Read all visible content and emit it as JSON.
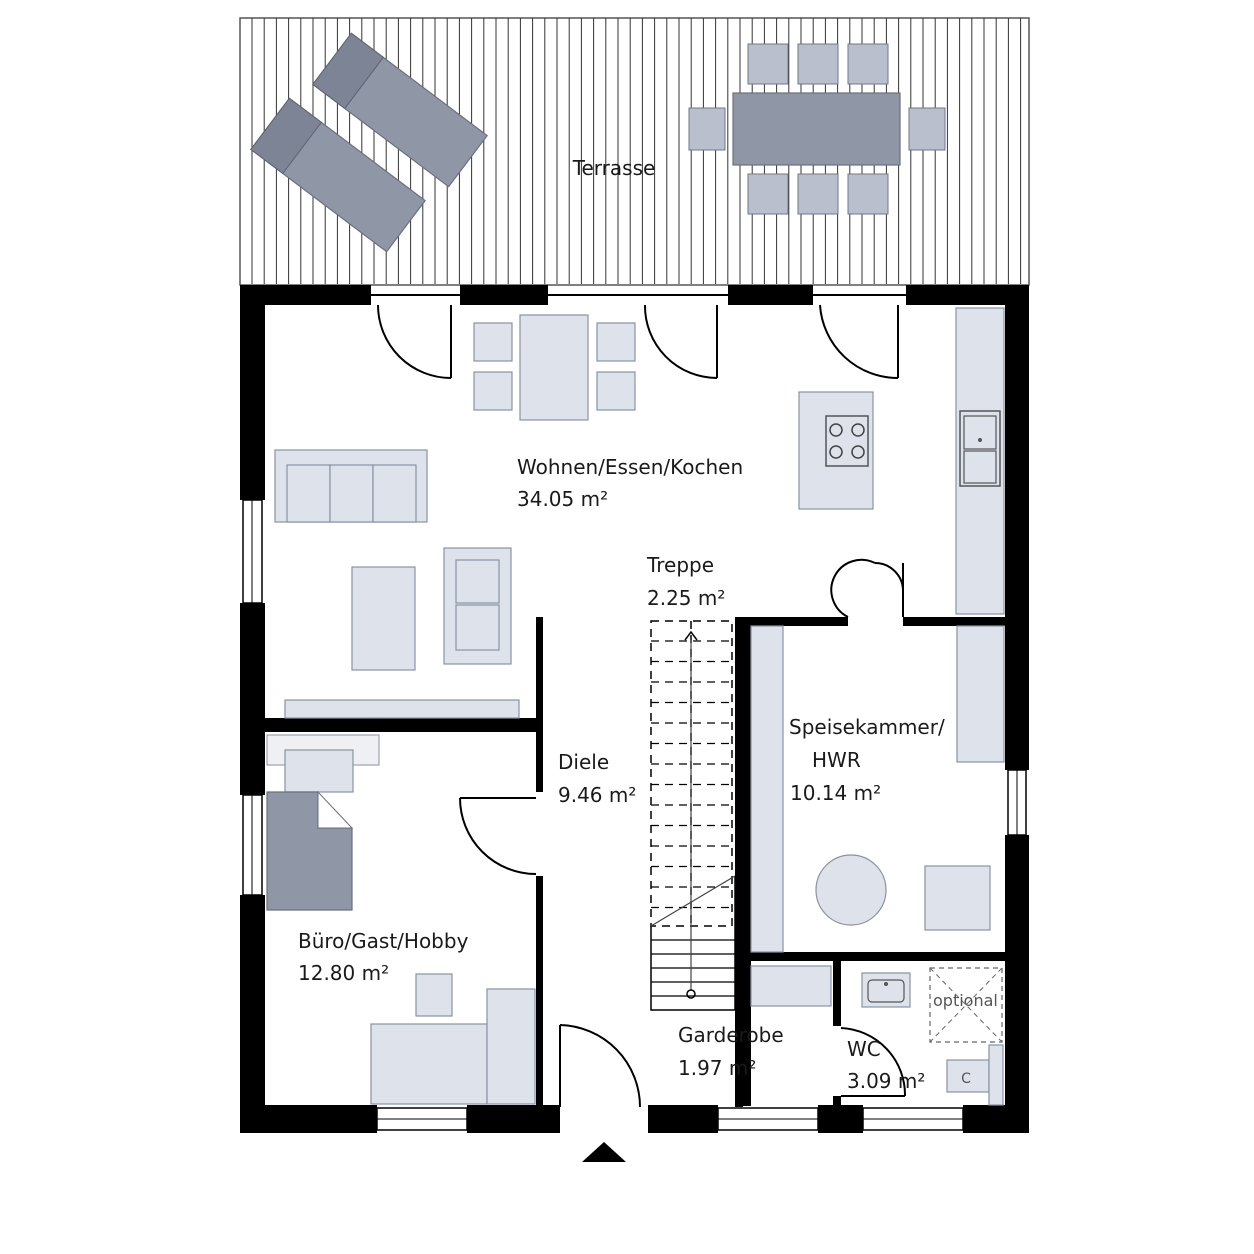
{
  "rooms": {
    "terrace": {
      "name": "Terrasse"
    },
    "living": {
      "name": "Wohnen/Essen/Kochen",
      "area": "34.05 m²"
    },
    "stairs": {
      "name": "Treppe",
      "area": "2.25 m²"
    },
    "pantry": {
      "name_line1": "Speisekammer/",
      "name_line2": "HWR",
      "area": "10.14 m²"
    },
    "hall": {
      "name": "Diele",
      "area": "9.46 m²"
    },
    "office": {
      "name": "Büro/Gast/Hobby",
      "area": "12.80 m²"
    },
    "wardrobe": {
      "name": "Garderobe",
      "area": "1.97 m²"
    },
    "wc": {
      "name": "WC",
      "area": "3.09 m²",
      "shower_note": "optional"
    }
  },
  "colors": {
    "wall": "#000000",
    "furniture": "#dde2eb",
    "furniture_dark": "#8f96a6",
    "deck_lines": "#333333"
  }
}
